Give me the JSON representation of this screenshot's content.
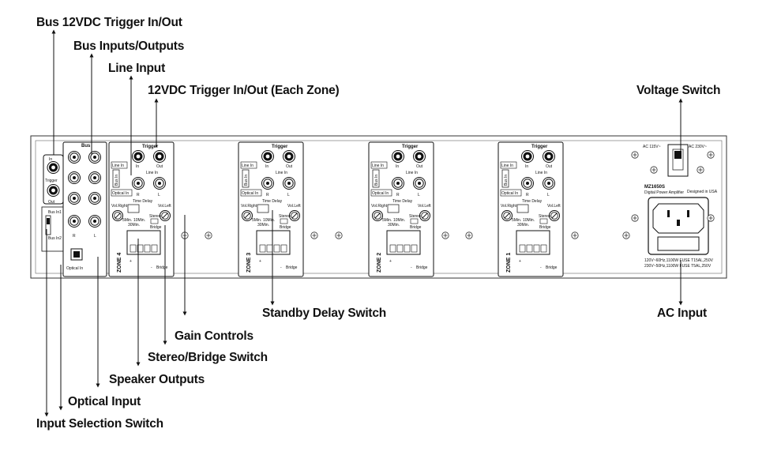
{
  "callouts": {
    "bus_trigger": "Bus 12VDC Trigger In/Out",
    "bus_io": "Bus Inputs/Outputs",
    "line_input": "Line Input",
    "zone_trigger": "12VDC Trigger In/Out (Each Zone)",
    "voltage_switch": "Voltage Switch",
    "standby_delay": "Standby Delay Switch",
    "ac_input": "AC Input",
    "gain_controls": "Gain Controls",
    "stereo_bridge": "Stereo/Bridge Switch",
    "speaker_outputs": "Speaker Outputs",
    "optical_input": "Optical Input",
    "input_selection": "Input Selection Switch"
  },
  "bus_section": {
    "in": "In",
    "trigger": "Trigger",
    "out": "Out",
    "bus": "Bus",
    "bus_in1": "Bus In1",
    "bus_in2": "Bus In2",
    "r": "R",
    "l": "L",
    "optical_in": "Optical In"
  },
  "zone_labels": {
    "trigger": "Trigger",
    "in": "In",
    "out": "Out",
    "line_in_box": "Line In",
    "line_in": "Line In",
    "bus_in": "Bus In",
    "optical_in": "Optical In",
    "r": "R",
    "l": "L",
    "time_delay": "Time Delay",
    "delay_5m": "5Min.",
    "delay_10m": "10Min.",
    "delay_30m": "30Min.",
    "vol_right": "Vol.Right",
    "vol_left": "Vol.Left",
    "stereo": "Stereo",
    "bridge": "Bridge",
    "plus": "+",
    "minus": "-"
  },
  "zones": [
    {
      "name": "ZONE 4"
    },
    {
      "name": "ZONE 3"
    },
    {
      "name": "ZONE 2"
    },
    {
      "name": "ZONE 1"
    }
  ],
  "power": {
    "ac115": "AC 115V~",
    "ac230": "AC 230V~",
    "model": "MZ1650S",
    "product": "Digital Power Amplifier",
    "made_in": "Designed in USA",
    "fuse_line1": "120V~60Hz,1100W FUSE T15AL,250V",
    "fuse_line2": "230V~50Hz,1100W FUSE T5AL,250V"
  }
}
